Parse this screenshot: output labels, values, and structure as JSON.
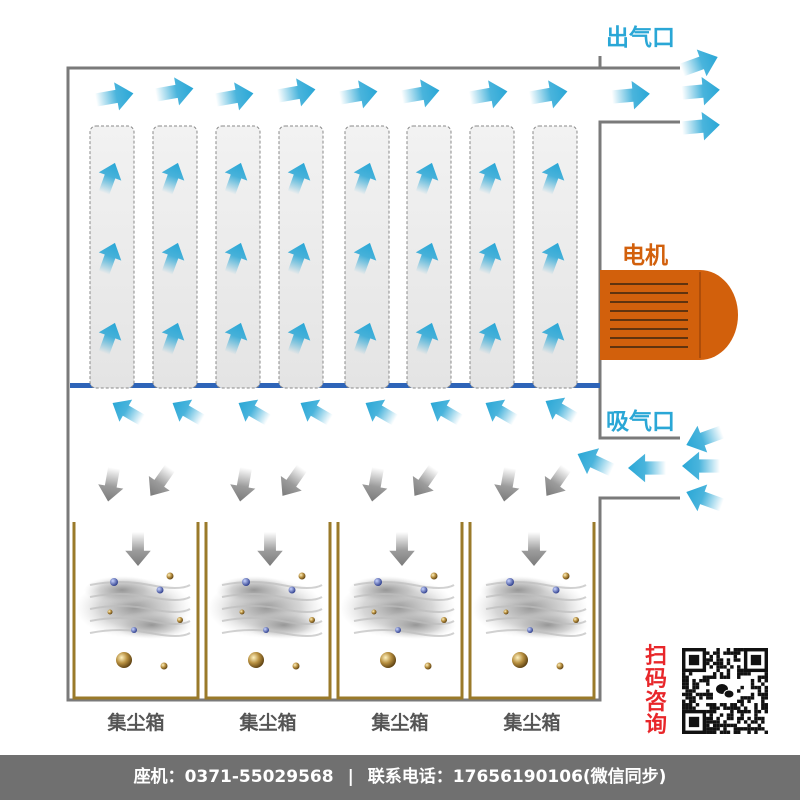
{
  "labels": {
    "outlet": "出气口",
    "motor": "电机",
    "inlet": "吸气口"
  },
  "bins": [
    {
      "label": "集尘箱"
    },
    {
      "label": "集尘箱"
    },
    {
      "label": "集尘箱"
    },
    {
      "label": "集尘箱"
    }
  ],
  "filter_count": 8,
  "scan": {
    "text": "扫码咨询"
  },
  "footer": {
    "landline_label": "座机：",
    "landline": "0371-55029568",
    "separator": "|",
    "phone_label": "联系电话：",
    "phone": "17656190106(微信同步)"
  },
  "colors": {
    "airflow": "#2aa7d6",
    "motor": "#d2600c",
    "wall": "#7a7a7a",
    "bin_frame": "#9a7a2a",
    "filter_plate": "#2e64b8",
    "footer_bg": "#707070",
    "scan_text": "#e8262a"
  },
  "icons": [
    "arrow-up-icon",
    "arrow-right-icon",
    "arrow-left-icon",
    "arrow-down-icon",
    "qr-code-icon",
    "wechat-icon"
  ]
}
